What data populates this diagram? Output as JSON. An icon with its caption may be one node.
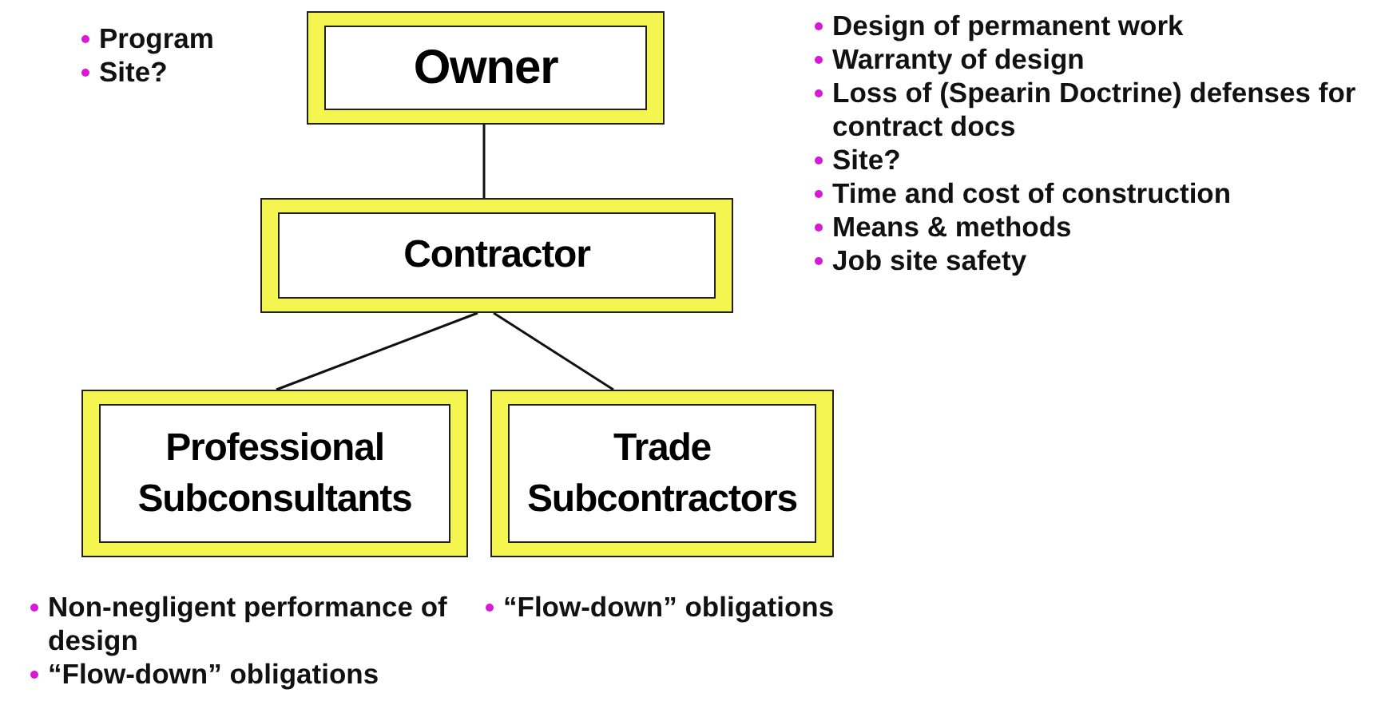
{
  "diagram": {
    "nodes": [
      {
        "text": [
          "Owner"
        ],
        "beside": [
          "Program",
          "Site?"
        ]
      },
      {
        "text": [
          "Contractor"
        ],
        "beside": [
          "Design of permanent work",
          "Warranty of design",
          "Loss of (Spearin Doctrine) defenses for contract docs",
          "Site?",
          "Time and cost of construction",
          "Means & methods",
          "Job site safety"
        ]
      },
      {
        "text": [
          "Professional Subconsultants"
        ],
        "beside": [
          "Non-negligent performance of design",
          "“Flow-down” obligations"
        ]
      },
      {
        "text": [
          "Trade Subcontractors"
        ],
        "beside": [
          "“Flow-down” obligations"
        ]
      }
    ],
    "edges": [
      {
        "from": 0,
        "to": 1,
        "arrow": "none"
      },
      {
        "from": 1,
        "to": 2,
        "arrow": "none"
      },
      {
        "from": 1,
        "to": 3,
        "arrow": "none"
      }
    ]
  }
}
